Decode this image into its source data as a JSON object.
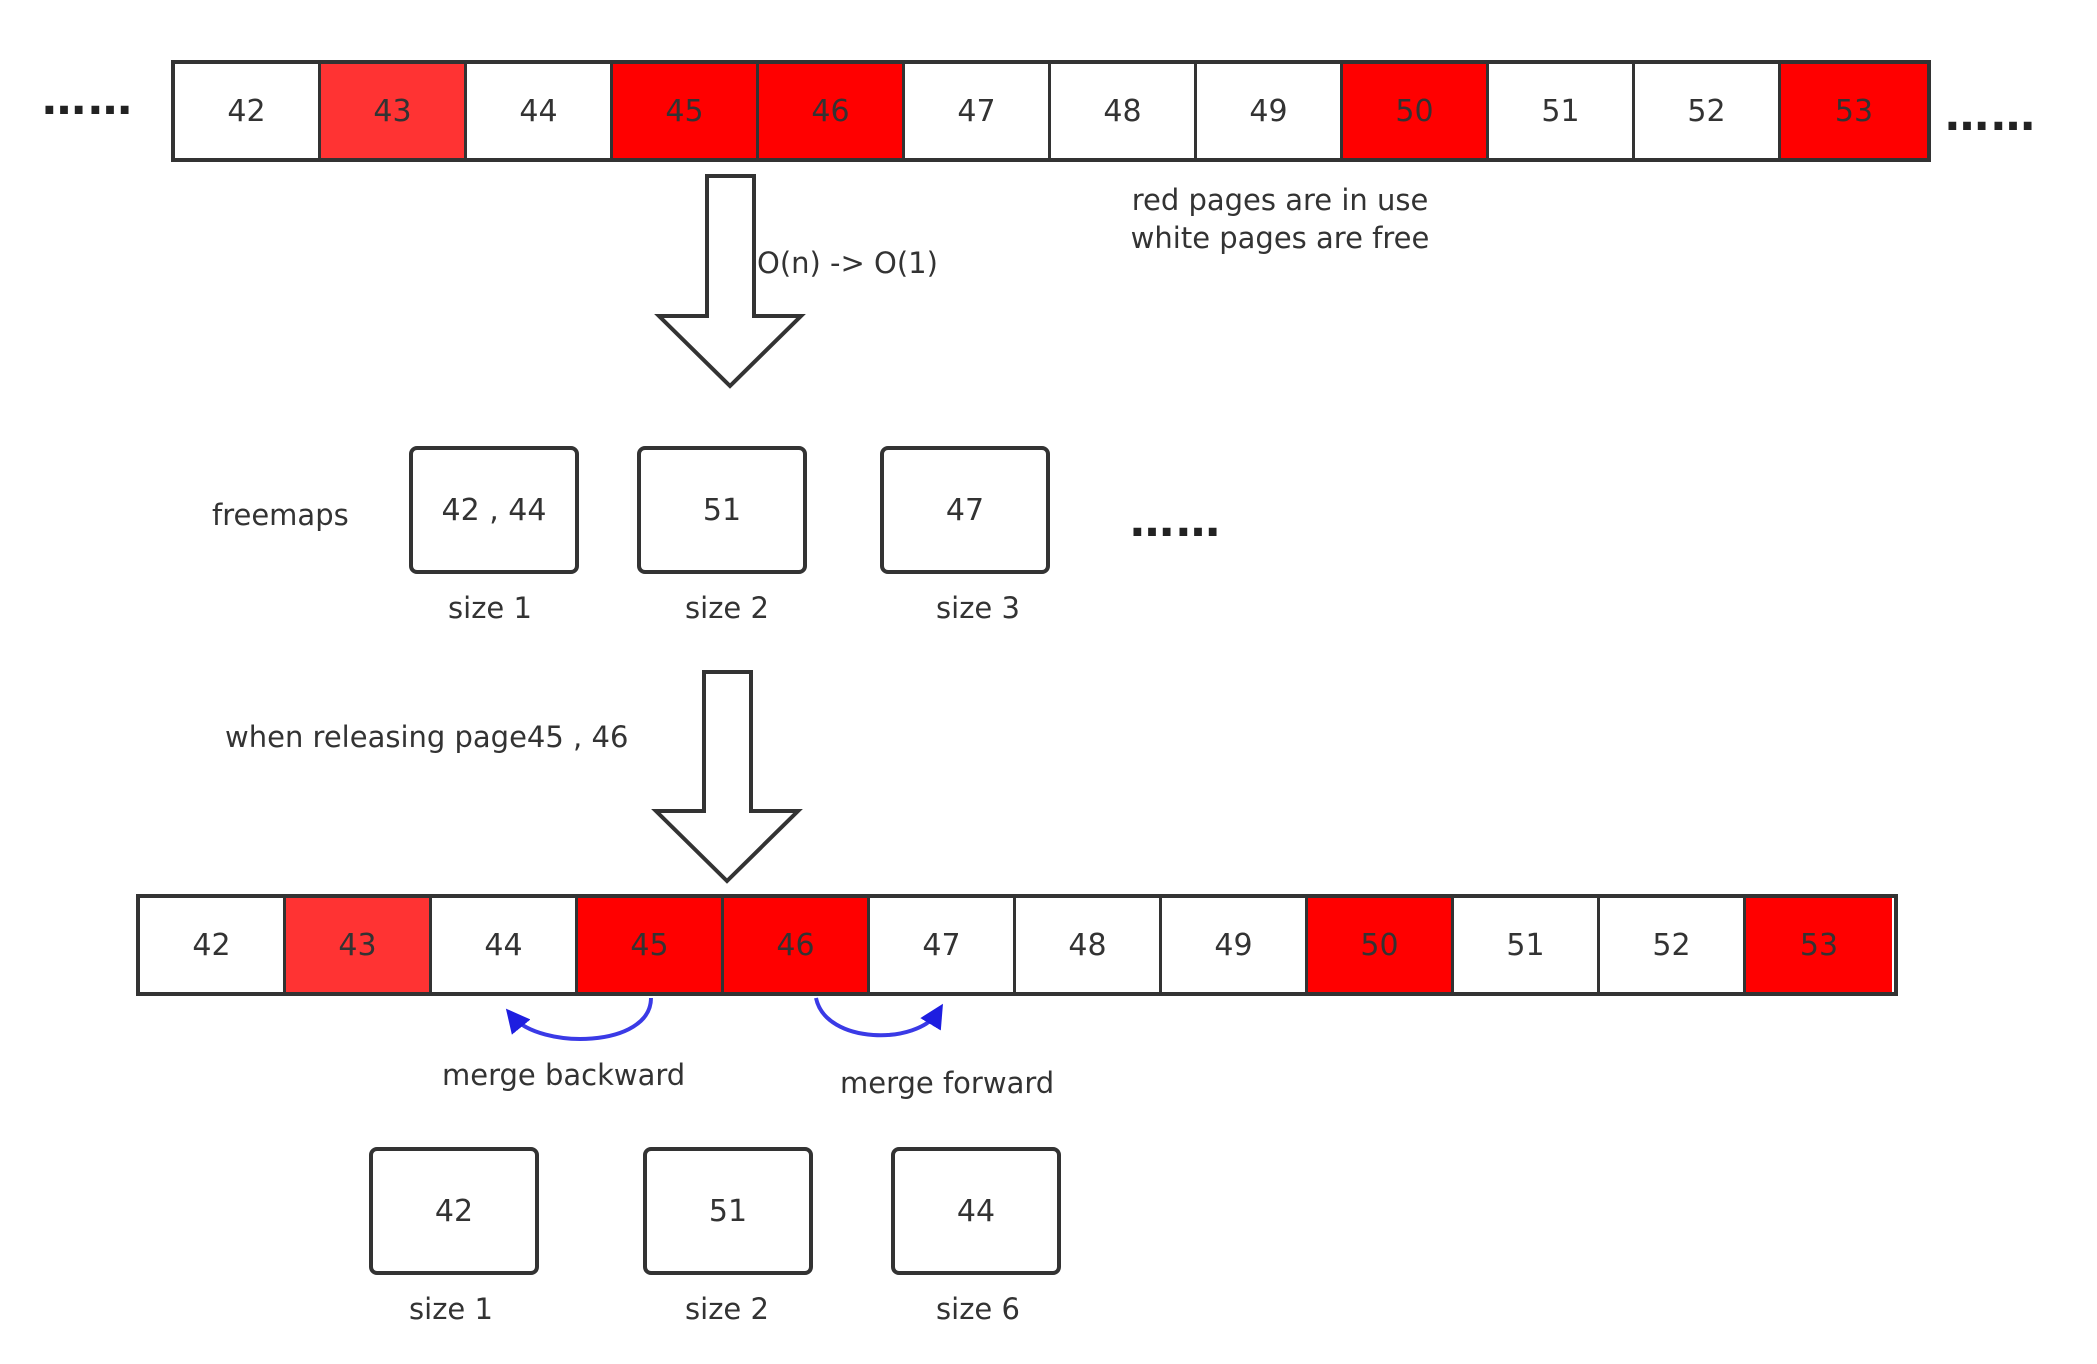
{
  "colors": {
    "in_use": "#ff0000",
    "in_use_light": "#ff3333",
    "free": "#ffffff",
    "merge_arrow": "#3a3ae6"
  },
  "top_strip": {
    "cells": [
      {
        "page": "42",
        "state": "free"
      },
      {
        "page": "43",
        "state": "in_use_light"
      },
      {
        "page": "44",
        "state": "free"
      },
      {
        "page": "45",
        "state": "in_use"
      },
      {
        "page": "46",
        "state": "in_use"
      },
      {
        "page": "47",
        "state": "free"
      },
      {
        "page": "48",
        "state": "free"
      },
      {
        "page": "49",
        "state": "free"
      },
      {
        "page": "50",
        "state": "in_use"
      },
      {
        "page": "51",
        "state": "free"
      },
      {
        "page": "52",
        "state": "free"
      },
      {
        "page": "53",
        "state": "in_use"
      }
    ],
    "left_ellipsis": "……",
    "right_ellipsis": "……"
  },
  "legend": {
    "line1": "red pages are in use",
    "line2": "white pages are free"
  },
  "arrow1_label": "O(n) -> O(1)",
  "freemaps": {
    "label": "freemaps",
    "boxes": [
      {
        "content": "42 , 44",
        "size": "size 1"
      },
      {
        "content": "51",
        "size": "size 2"
      },
      {
        "content": "47",
        "size": "size 3"
      }
    ],
    "ellipsis": "……"
  },
  "arrow2_label": "when releasing page45 , 46",
  "bottom_strip": {
    "cells": [
      {
        "page": "42",
        "state": "free"
      },
      {
        "page": "43",
        "state": "in_use_light"
      },
      {
        "page": "44",
        "state": "free"
      },
      {
        "page": "45",
        "state": "in_use"
      },
      {
        "page": "46",
        "state": "in_use"
      },
      {
        "page": "47",
        "state": "free"
      },
      {
        "page": "48",
        "state": "free"
      },
      {
        "page": "49",
        "state": "free"
      },
      {
        "page": "50",
        "state": "in_use"
      },
      {
        "page": "51",
        "state": "free"
      },
      {
        "page": "52",
        "state": "free"
      },
      {
        "page": "53",
        "state": "in_use"
      }
    ]
  },
  "merge_backward_label": "merge backward",
  "merge_forward_label": "merge forward",
  "result_freemaps": {
    "boxes": [
      {
        "content": "42",
        "size": "size 1"
      },
      {
        "content": "51",
        "size": "size 2"
      },
      {
        "content": "44",
        "size": "size 6"
      }
    ]
  }
}
